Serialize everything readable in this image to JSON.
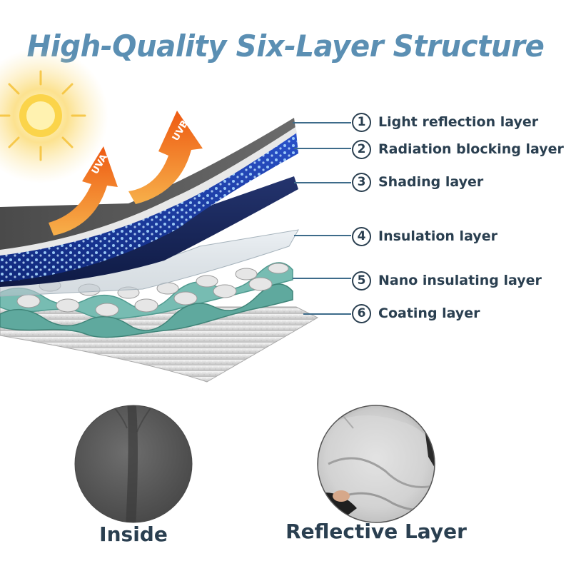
{
  "title": "High-Quality Six-Layer Structure",
  "arrows": [
    {
      "label": "UVA",
      "color": "#f07a1e"
    },
    {
      "label": "UVB",
      "color": "#f07a1e"
    }
  ],
  "layers": [
    {
      "number": "1",
      "label": "Light reflection layer"
    },
    {
      "number": "2",
      "label": "Radiation blocking layer"
    },
    {
      "number": "3",
      "label": "Shading layer"
    },
    {
      "number": "4",
      "label": "Insulation layer"
    },
    {
      "number": "5",
      "label": "Nano insulating layer"
    },
    {
      "number": "6",
      "label": "Coating layer"
    }
  ],
  "photos": [
    {
      "caption": "Inside"
    },
    {
      "caption": "Reflective Layer"
    }
  ],
  "colors": {
    "title": "#5b8fb3",
    "text": "#2a3f50",
    "accent_blue": "#1e40b0",
    "teal": "#6fb8ae",
    "sun": "#f8d34a"
  }
}
